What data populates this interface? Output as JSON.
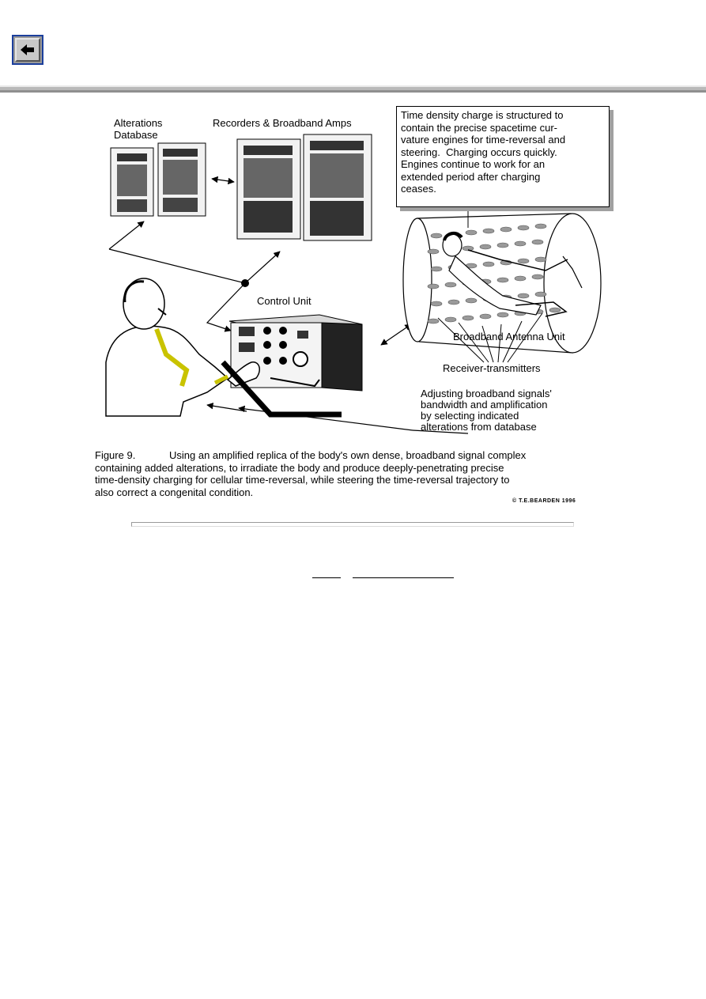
{
  "nav": {
    "back_button_icon": "back-arrow-icon",
    "links": [
      "",
      ""
    ]
  },
  "figure": {
    "labels": {
      "alterations_database": "Alterations\nDatabase",
      "recorders": "Recorders & Broadband Amps",
      "control_unit": "Control Unit",
      "antenna_unit": "Broadband Antenna Unit",
      "receiver_transmitters": "Receiver-transmitters",
      "adjusting": "Adjusting broadband signals'\nbandwidth and amplification\nby selecting indicated\nalterations from database"
    },
    "callout": "Time density charge is structured to\ncontain the precise spacetime cur-\nvature engines for time-reversal and\nsteering.  Charging occurs quickly.\nEngines continue to work for an\nextended period after charging\nceases.",
    "caption": {
      "figure_number": "Figure 9.",
      "line1": "Using an amplified replica of the body's own dense, broadband signal complex",
      "line2": "containing added alterations, to irradiate the body and produce deeply-penetrating precise",
      "line3": "time-density charging for cellular time-reversal, while steering the time-reversal trajectory to",
      "line4": "also correct a congenital condition."
    },
    "credit": "© T.E.BEARDEN 1996"
  }
}
